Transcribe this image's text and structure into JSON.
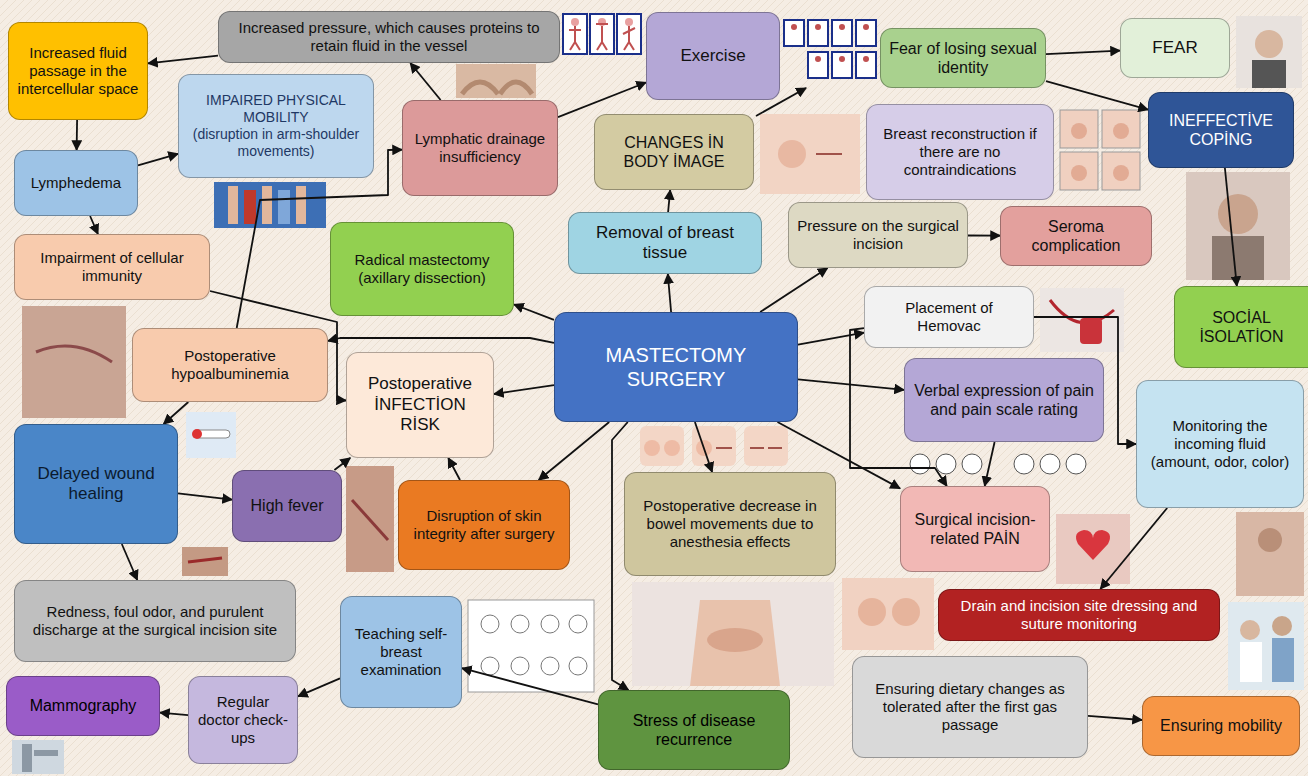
{
  "diagram": {
    "nodes": [
      {
        "text": [
          "Increased fluid passage in the intercellular space"
        ]
      },
      {
        "text": [
          "Increased pressure, which causes proteins to retain fluid in the vessel"
        ]
      },
      {
        "text": [
          "Exercise"
        ]
      },
      {
        "text": [
          "Fear of losing sexual identity"
        ]
      },
      {
        "text": [
          "FEAR"
        ]
      },
      {
        "text": [
          "IMPAIRED PHYSICAL MOBILITY",
          "(disruption in arm-shoulder movements)"
        ]
      },
      {
        "text": [
          "Lymphatic drainage insufficiency"
        ]
      },
      {
        "text": [
          "CHANGES İN BODY İMAGE"
        ]
      },
      {
        "text": [
          "Breast reconstruction if there are no contraindications"
        ]
      },
      {
        "text": [
          "INEFFECTİVE COPİNG"
        ]
      },
      {
        "text": [
          "Lymphedema"
        ]
      },
      {
        "text": [
          "Removal of breast tissue"
        ]
      },
      {
        "text": [
          "Pressure on the surgical incision"
        ]
      },
      {
        "text": [
          "Seroma complication"
        ]
      },
      {
        "text": [
          "Impairment of cellular immunity"
        ]
      },
      {
        "text": [
          "Radical mastectomy (axillary dissection)"
        ]
      },
      {
        "text": [
          "Placement of Hemovac"
        ]
      },
      {
        "text": [
          "SOCİAL İSOLATİON"
        ]
      },
      {
        "text": [
          "Postoperative hypoalbuminemia"
        ]
      },
      {
        "text": [
          "Postoperative İNFECTİON RİSK"
        ]
      },
      {
        "text": [
          "MASTECTOMY SURGERY"
        ]
      },
      {
        "text": [
          "Verbal expression of pain and pain scale rating"
        ]
      },
      {
        "text": [
          "Monitoring the incoming fluid (amount, odor, color)"
        ]
      },
      {
        "text": [
          "Delayed wound healing"
        ]
      },
      {
        "text": [
          "High fever"
        ]
      },
      {
        "text": [
          "Disruption of skin integrity after surgery"
        ]
      },
      {
        "text": [
          "Postoperative decrease in bowel movements due to anesthesia effects"
        ]
      },
      {
        "text": [
          "Surgical incision-related PAİN"
        ]
      },
      {
        "text": [
          "Redness, foul odor, and purulent discharge at the surgical incision site"
        ]
      },
      {
        "text": [
          "Teaching self-breast examination"
        ]
      },
      {
        "text": [
          "Drain and incision site dressing and suture monitoring"
        ]
      },
      {
        "text": [
          "Mammography"
        ]
      },
      {
        "text": [
          "Regular doctor check-ups"
        ]
      },
      {
        "text": [
          "Stress of disease recurrence"
        ]
      },
      {
        "text": [
          "Ensuring dietary changes as tolerated after the first gas passage"
        ]
      },
      {
        "text": [
          "Ensuring mobility"
        ]
      }
    ],
    "edges": [
      {
        "from": 20,
        "to": 15,
        "arrow": "to"
      },
      {
        "from": 20,
        "to": 11,
        "arrow": "to"
      },
      {
        "from": 20,
        "to": 12,
        "arrow": "to"
      },
      {
        "from": 20,
        "to": 16,
        "arrow": "to"
      },
      {
        "from": 20,
        "to": 21,
        "arrow": "to"
      },
      {
        "from": 20,
        "to": 27,
        "arrow": "to"
      },
      {
        "from": 20,
        "to": 26,
        "arrow": "to"
      },
      {
        "from": 20,
        "to": 25,
        "arrow": "to"
      },
      {
        "from": 20,
        "to": 19,
        "arrow": "to"
      },
      {
        "from": 20,
        "to": 18,
        "arrow": "to"
      },
      {
        "from": 20,
        "to": 33,
        "arrow": "to"
      },
      {
        "from": 18,
        "to": 6,
        "arrow": "to"
      },
      {
        "from": 6,
        "to": 1,
        "arrow": "to"
      },
      {
        "from": 1,
        "to": 0,
        "arrow": "to"
      },
      {
        "from": 0,
        "to": 10,
        "arrow": "to"
      },
      {
        "from": 10,
        "to": 5,
        "arrow": "to"
      },
      {
        "from": 10,
        "to": 14,
        "arrow": "to"
      },
      {
        "from": 14,
        "to": 19,
        "arrow": "to"
      },
      {
        "from": 18,
        "to": 23,
        "arrow": "to"
      },
      {
        "from": 23,
        "to": 24,
        "arrow": "to"
      },
      {
        "from": 23,
        "to": 28,
        "arrow": "to"
      },
      {
        "from": 24,
        "to": 19,
        "arrow": "to"
      },
      {
        "from": 25,
        "to": 19,
        "arrow": "to"
      },
      {
        "from": 6,
        "to": 2,
        "arrow": "to"
      },
      {
        "from": 11,
        "to": 7,
        "arrow": "to"
      },
      {
        "from": 3,
        "to": 4,
        "arrow": "to"
      },
      {
        "from": 3,
        "to": 9,
        "arrow": "to"
      },
      {
        "from": 9,
        "to": 17,
        "arrow": "to"
      },
      {
        "from": 12,
        "to": 13,
        "arrow": "to"
      },
      {
        "from": 16,
        "to": 22,
        "arrow": "to"
      },
      {
        "from": 16,
        "to": 27,
        "arrow": "to"
      },
      {
        "from": 21,
        "to": 27,
        "arrow": "to"
      },
      {
        "from": 22,
        "to": 30,
        "arrow": "to"
      },
      {
        "from": 34,
        "to": 35,
        "arrow": "to"
      },
      {
        "from": 33,
        "to": 29,
        "arrow": "to"
      },
      {
        "from": 29,
        "to": 32,
        "arrow": "to"
      },
      {
        "from": 32,
        "to": 31,
        "arrow": "to"
      }
    ]
  }
}
